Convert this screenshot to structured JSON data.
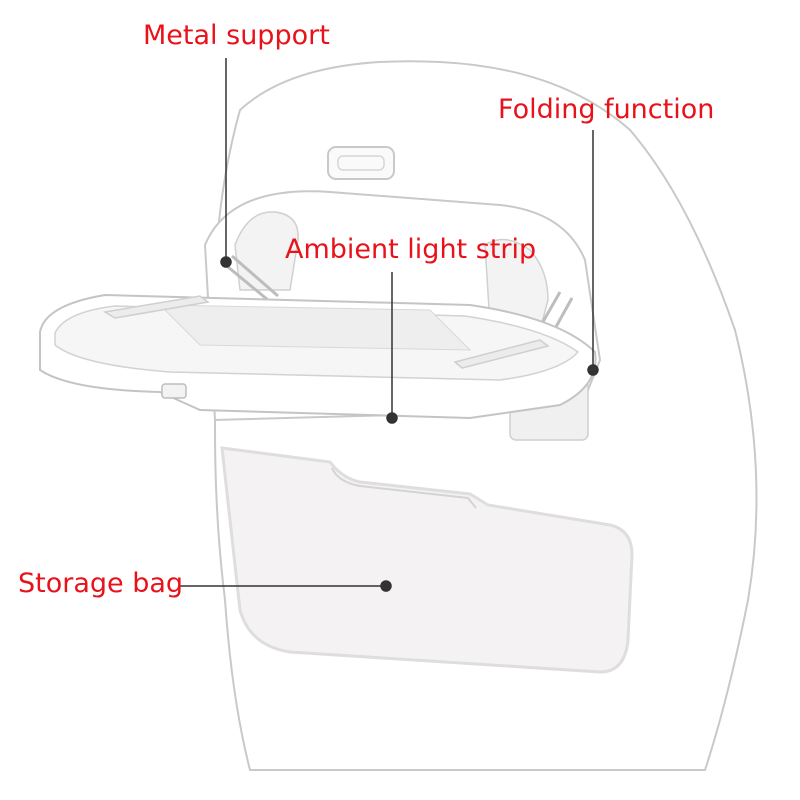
{
  "labels": {
    "metal_support": "Metal support",
    "folding_function": "Folding function",
    "ambient_light_strip": "Ambient light strip",
    "storage_bag": "Storage bag"
  },
  "colors": {
    "label_text": "#e8121b",
    "leader_line": "#333333",
    "outline": "#c9c9c9",
    "pocket_fill": "#f4f2f2",
    "pocket_border": "#dedede"
  }
}
